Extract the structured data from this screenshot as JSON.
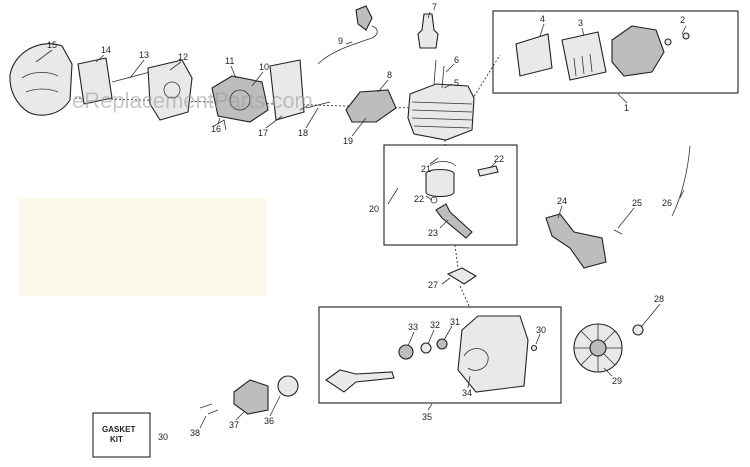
{
  "watermark": "eReplacementParts.com",
  "gasket_kit": {
    "line1": "GASKET",
    "line2": "KIT"
  },
  "callouts": {
    "c1": "1",
    "c2": "2",
    "c3": "3",
    "c4": "4",
    "c5": "5",
    "c6": "6",
    "c7": "7",
    "c8": "8",
    "c9": "9",
    "c10": "10",
    "c11": "11",
    "c12": "12",
    "c13": "13",
    "c14": "14",
    "c15": "15",
    "c16": "16",
    "c17": "17",
    "c18": "18",
    "c19": "19",
    "c20": "20",
    "c21": "21",
    "c22a": "22",
    "c22b": "22",
    "c23": "23",
    "c24": "24",
    "c25": "25",
    "c26": "26",
    "c27": "27",
    "c28": "28",
    "c29": "29",
    "c30a": "30",
    "c30b": "30",
    "c31": "31",
    "c32": "32",
    "c33": "33",
    "c34": "34",
    "c35": "35",
    "c36": "36",
    "c37": "37",
    "c38": "38"
  }
}
